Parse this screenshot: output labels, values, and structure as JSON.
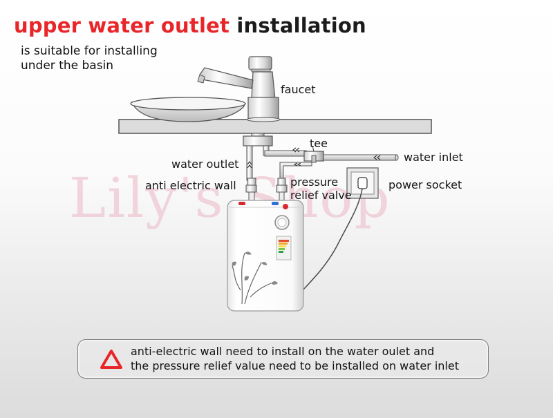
{
  "title": {
    "part1": "upper water outlet",
    "part2": "installation"
  },
  "subtitle": {
    "line1": "is suitable for installing",
    "line2": "under the basin"
  },
  "labels": {
    "faucet": "faucet",
    "tee": "tee",
    "water_inlet": "water inlet",
    "water_outlet": "water outlet",
    "anti_electric_wall": "anti electric wall",
    "pressure_line1": "pressure",
    "pressure_line2": "relief valve",
    "power_socket": "power socket"
  },
  "watermark": "Lily's Shop",
  "notice": {
    "line1": "anti-electric wall need to install on the water oulet and",
    "line2": "the pressure relief value need to be installed on water inlet"
  },
  "colors": {
    "title_red": "#e8262a",
    "warning_red": "#e8262a",
    "hot_tap_red": "#d9282d",
    "cold_tap_blue": "#2c6fd6"
  },
  "icons": {
    "warning": "warning-triangle-icon"
  }
}
